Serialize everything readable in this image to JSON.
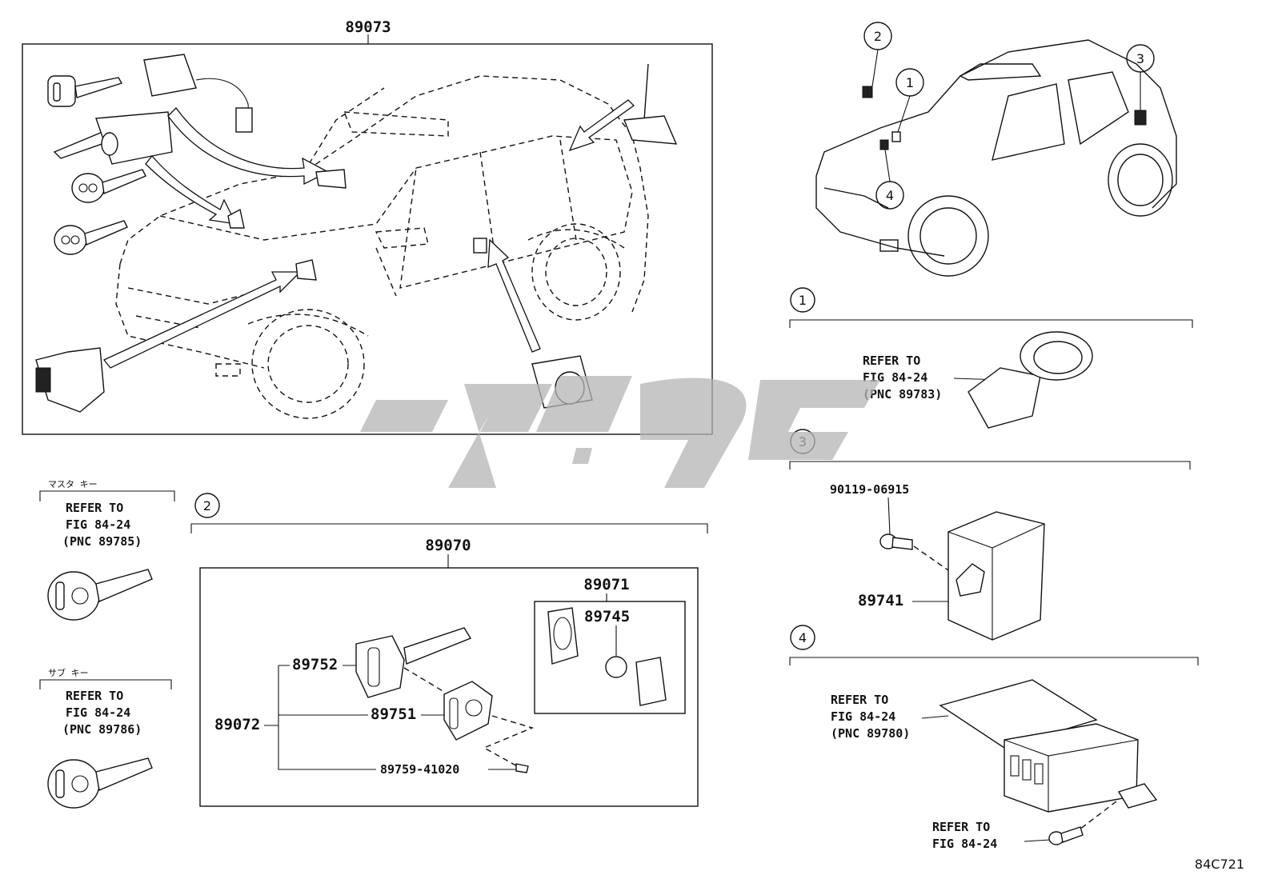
{
  "parts": {
    "p89073": "89073",
    "p89070": "89070",
    "p89071": "89071",
    "p89745": "89745",
    "p89752": "89752",
    "p89751": "89751",
    "p89072": "89072",
    "p8975941020": "89759-41020",
    "p9011906915": "90119-06915",
    "p89741": "89741"
  },
  "refs": {
    "master_key": {
      "caption": "マスタ キー",
      "line1": "REFER TO",
      "line2": "FIG 84-24",
      "line3": "(PNC 89785)"
    },
    "sub_key": {
      "caption": "サブ キー",
      "line1": "REFER TO",
      "line2": "FIG 84-24",
      "line3": "(PNC 89786)"
    },
    "section1": {
      "line1": "REFER TO",
      "line2": "FIG 84-24",
      "line3": "(PNC 89783)"
    },
    "section4_top": {
      "line1": "REFER TO",
      "line2": "FIG 84-24",
      "line3": "(PNC 89780)"
    },
    "section4_bottom": {
      "line1": "REFER TO",
      "line2": "FIG 84-24"
    }
  },
  "callouts": {
    "c1": "1",
    "c2": "2",
    "c3": "3",
    "c4": "4",
    "sec1": "1",
    "sec2": "2",
    "sec3": "3",
    "sec4": "4"
  },
  "figure_code": "84C721"
}
